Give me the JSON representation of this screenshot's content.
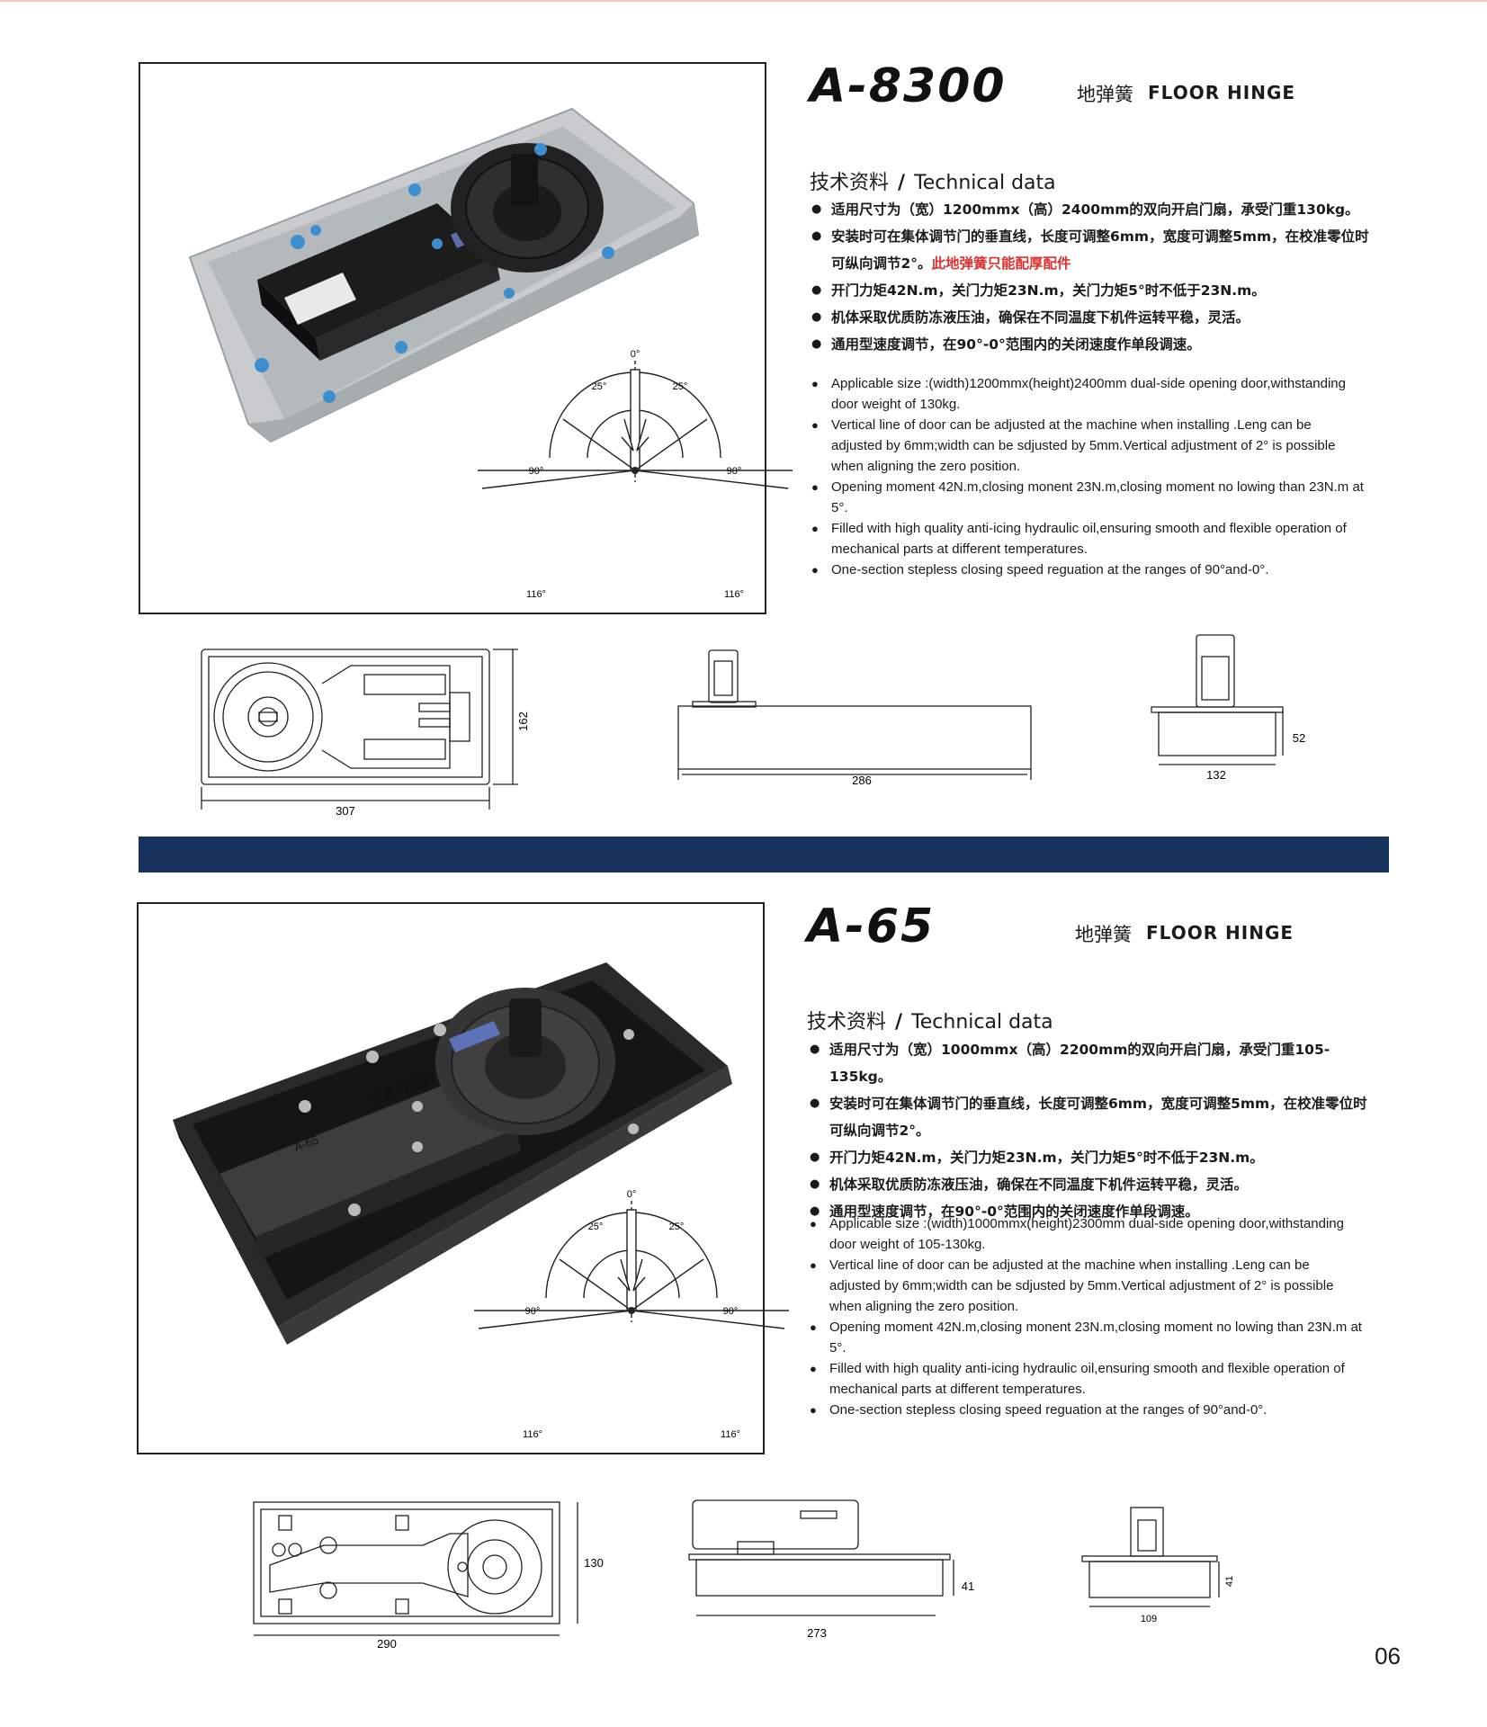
{
  "page_number": "06",
  "products": [
    {
      "model": "A-8300",
      "category_cn": "地弹簧",
      "category_en": "FLOOR HINGE",
      "tech_title_cn": "技术资料",
      "tech_title_sep": "/",
      "tech_title_en": "Technical data",
      "cn_bullets": [
        "适用尺寸为（宽）1200mmx（高）2400mm的双向开启门扇，承受门重130kg。",
        "安装时可在集体调节门的垂直线，长度可调整6mm，宽度可调整5mm，在校准零位时可纵向调节2°。",
        "开门力矩42N.m，关门力矩23N.m，关门力矩5°时不低于23N.m。",
        "机体采取优质防冻液压油，确保在不同温度下机件运转平稳，灵活。",
        "通用型速度调节，在90°-0°范围内的关闭速度作单段调速。"
      ],
      "cn_note": "此地弹簧只能配厚配件",
      "en_bullets": [
        "Applicable size :(width)1200mmx(height)2400mm dual-side opening door,withstanding door weight of 130kg.",
        "Vertical line of door can be adjusted at the machine when installing .Leng can be adjusted by 6mm;width can be sdjusted by 5mm.Vertical adjustment of    2° is possible when aligning the zero position.",
        "Opening moment 42N.m,closing monent 23N.m,closing moment no lowing than 23N.m at 5°.",
        "Filled with high quality anti-icing hydraulic oil,ensuring smooth and flexible operation of mechanical parts at different temperatures.",
        "One-section stepless closing speed reguation at the ranges of 90°and-0°."
      ],
      "angles": {
        "top": "0°",
        "left_25": "25°",
        "right_25": "25°",
        "left_90": "90°",
        "right_90": "90°",
        "left_116": "116°",
        "right_116": "116°"
      },
      "dims": {
        "top_length": "307",
        "top_width": "162",
        "side_length": "286",
        "end_width": "132",
        "end_height": "52"
      }
    },
    {
      "model": "A-65",
      "category_cn": "地弹簧",
      "category_en": "FLOOR HINGE",
      "tech_title_cn": "技术资料",
      "tech_title_sep": "/",
      "tech_title_en": "Technical data",
      "cn_bullets": [
        "适用尺寸为（宽）1000mmx（高）2200mm的双向开启门扇，承受门重105-135kg。",
        "安装时可在集体调节门的垂直线，长度可调整6mm，宽度可调整5mm，在校准零位时可纵向调节2°。",
        "开门力矩42N.m，关门力矩23N.m，关门力矩5°时不低于23N.m。",
        "机体采取优质防冻液压油，确保在不同温度下机件运转平稳，灵活。",
        "通用型速度调节，在90°-0°范围内的关闭速度作单段调速。"
      ],
      "en_bullets": [
        "Applicable size :(width)1000mmx(height)2300mm dual-side opening door,withstanding door weight of 105-130kg.",
        "Vertical line of door can be adjusted at the machine when installing .Leng can be adjusted by 6mm;width can be sdjusted by 5mm.Vertical adjustment of    2° is possible when aligning the zero position.",
        "Opening moment 42N.m,closing monent 23N.m,closing moment no lowing than 23N.m at 5°.",
        "Filled with high quality anti-icing hydraulic oil,ensuring smooth and flexible operation of mechanical parts at different temperatures.",
        "One-section stepless closing speed reguation at the ranges of 90°and-0°."
      ],
      "angles": {
        "top": "0°",
        "left_25": "25°",
        "right_25": "25°",
        "left_90": "90°",
        "right_90": "90°",
        "left_116": "116°",
        "right_116": "116°"
      },
      "dims": {
        "top_length": "290",
        "top_width": "130",
        "side_length": "273",
        "side_height": "41",
        "end_width": "109",
        "end_height": "41"
      },
      "body_text": "BENER",
      "body_model": "A-65"
    }
  ]
}
